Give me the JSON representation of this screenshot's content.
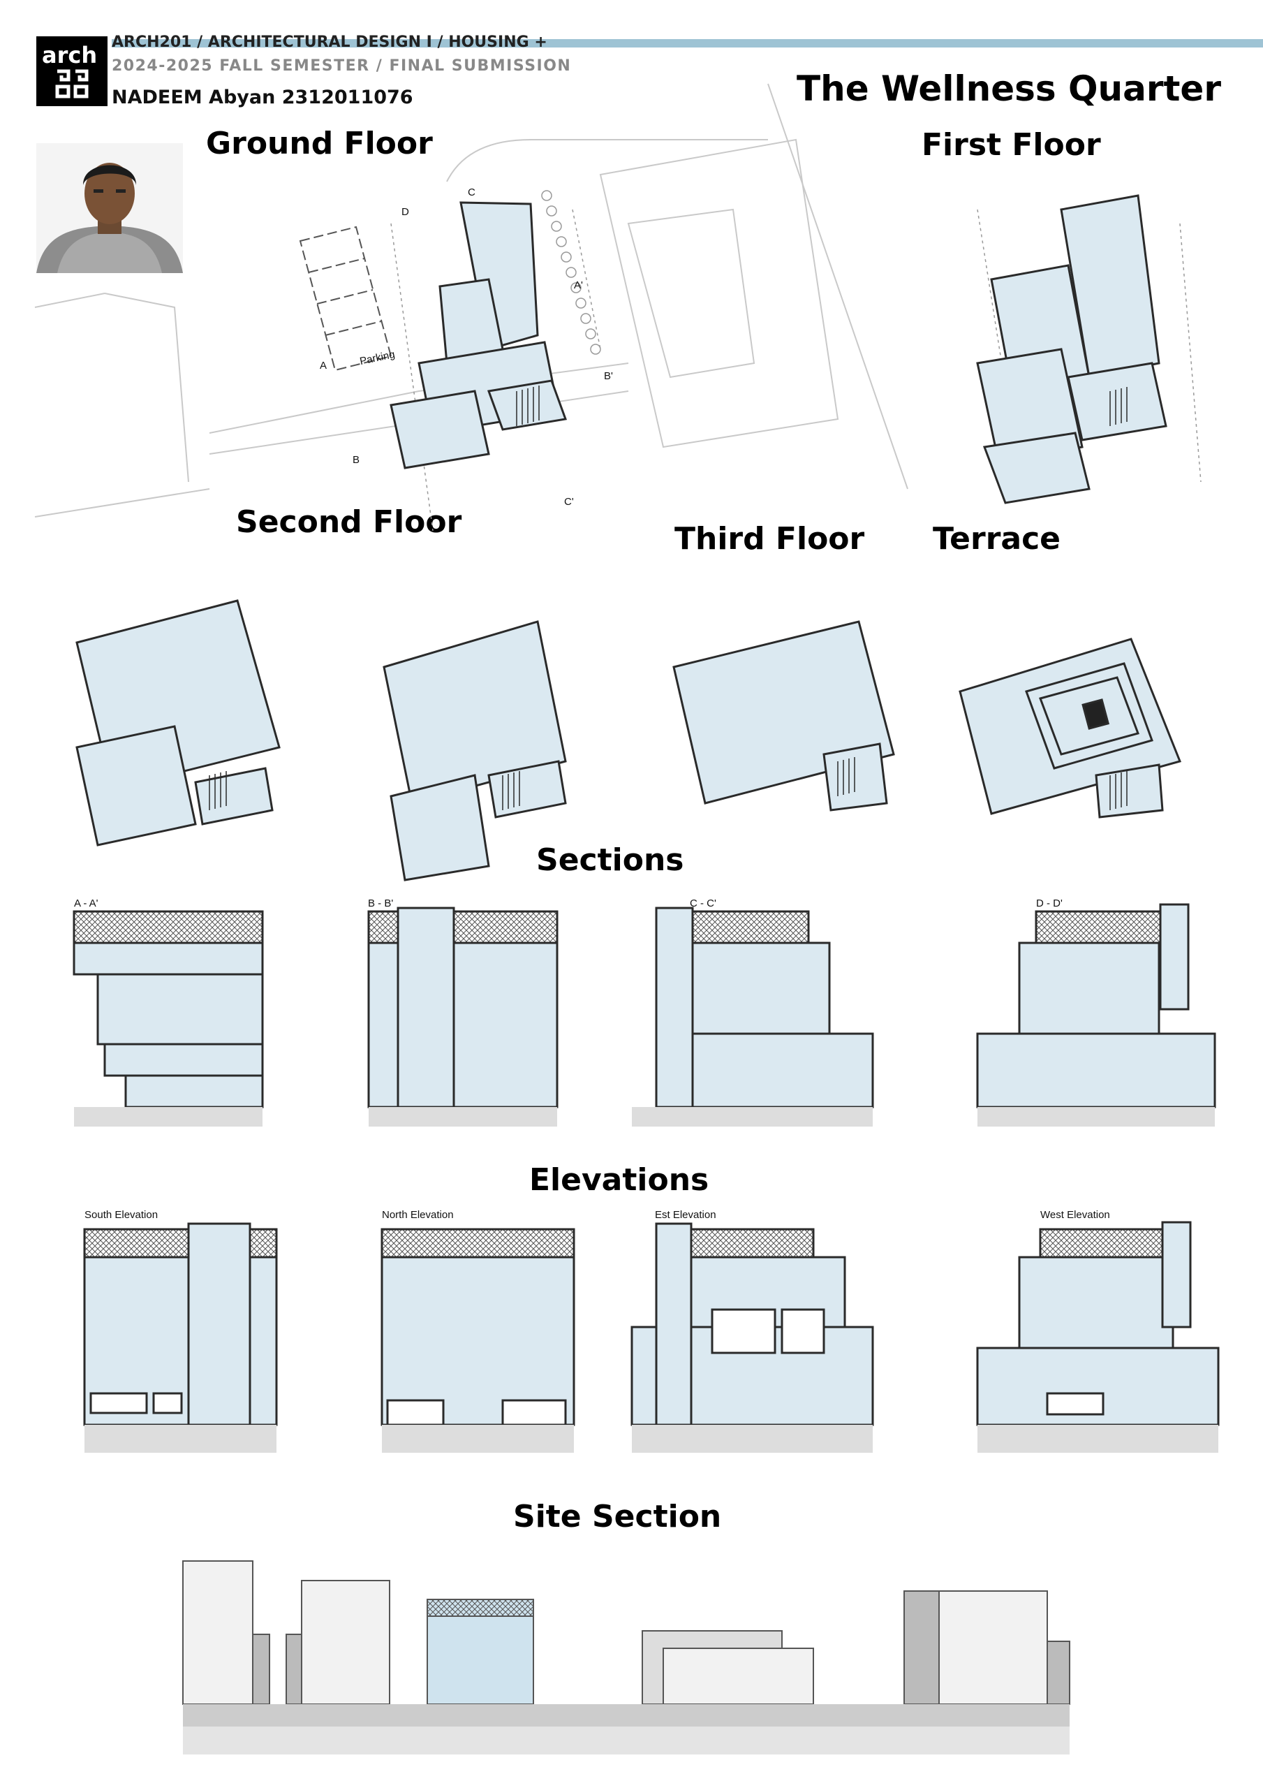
{
  "header": {
    "course": "ARCH201 / ARCHITECTURAL DESIGN I / HOUSING +",
    "semester": "2024-2025 FALL SEMESTER / FINAL SUBMISSION",
    "student": "NADEEM Abyan 2312011076",
    "logo_text": "arch",
    "project_title": "The Wellness Quarter"
  },
  "plans": {
    "ground": {
      "title": "Ground Floor",
      "parking_label": "Parking"
    },
    "first": {
      "title": "First Floor"
    },
    "second": {
      "title": "Second Floor"
    },
    "third": {
      "title": "Third Floor"
    },
    "terrace": {
      "title": "Terrace"
    }
  },
  "section_markers": [
    "A",
    "A'",
    "B",
    "B'",
    "C",
    "C'",
    "D"
  ],
  "sections": {
    "title": "Sections",
    "items": [
      "A - A'",
      "B - B'",
      "C - C'",
      "D - D'"
    ]
  },
  "elevations": {
    "title": "Elevations",
    "items": [
      "South Elevation",
      "North Elevation",
      "Est Elevation",
      "West Elevation"
    ]
  },
  "site_section": {
    "title": "Site Section"
  },
  "colors": {
    "accent_bar": "#9ec3d4",
    "fill": "#dbe9f1",
    "stroke": "#2a2a2a"
  }
}
